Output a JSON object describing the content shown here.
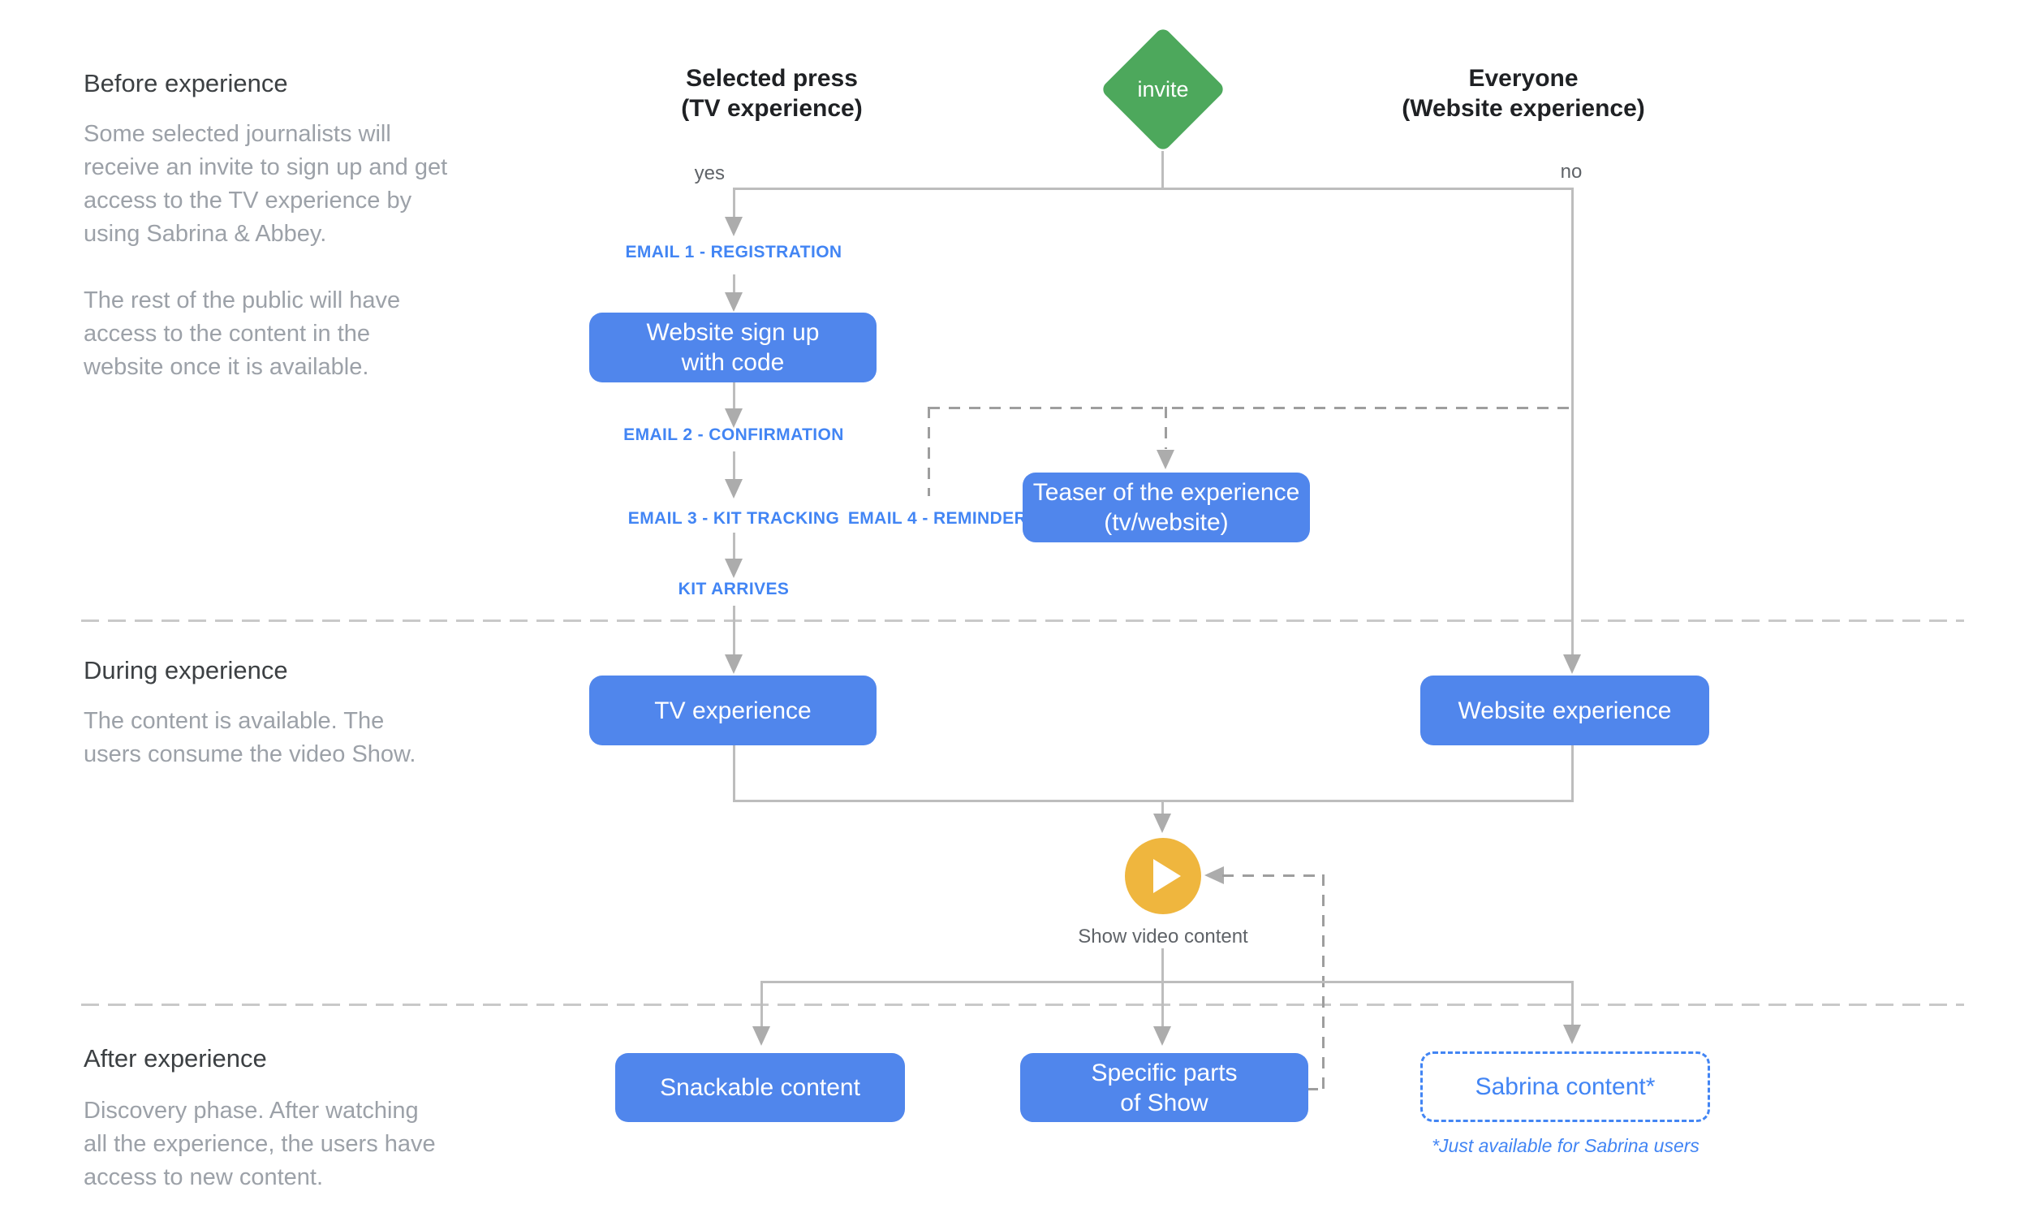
{
  "colors": {
    "node_blue": "#5086EC",
    "label_blue": "#4285F4",
    "decision_green": "#4DA85C",
    "play_yellow": "#EFB63E",
    "line_gray": "#BDBDBD",
    "heading_gray": "#3C4043",
    "body_gray": "#9CA1A8"
  },
  "sections": {
    "before": {
      "title": "Before experience",
      "p1": "Some selected journalists will\nreceive an invite to sign up and get\naccess to the TV experience by\nusing Sabrina & Abbey.",
      "p2": "The rest of the public will have\naccess to the content in the\nwebsite once it is available."
    },
    "during": {
      "title": "During experience",
      "p1": "The content is available. The\nusers consume the video Show."
    },
    "after": {
      "title": "After experience",
      "p1": "Discovery phase. After watching\nall the experience, the users have\naccess to new content."
    }
  },
  "columns": {
    "press": {
      "title": "Selected press\n(TV experience)"
    },
    "everyone": {
      "title": "Everyone\n(Website experience)"
    }
  },
  "decision": {
    "label": "invite",
    "yes": "yes",
    "no": "no"
  },
  "emails": {
    "e1": "EMAIL 1 - REGISTRATION",
    "e2": "EMAIL 2 - CONFIRMATION",
    "e3": "EMAIL 3 - KIT TRACKING",
    "e4": "EMAIL 4 - REMINDER",
    "kit": "KIT ARRIVES"
  },
  "nodes": {
    "signup": "Website sign up\nwith code",
    "teaser": "Teaser of the experience\n(tv/website)",
    "tv": "TV experience",
    "website": "Website experience",
    "snackable": "Snackable content",
    "specific": "Specific parts\nof Show",
    "sabrina": "Sabrina content*"
  },
  "play": {
    "caption": "Show video content"
  },
  "footnote": "*Just available for Sabrina users"
}
